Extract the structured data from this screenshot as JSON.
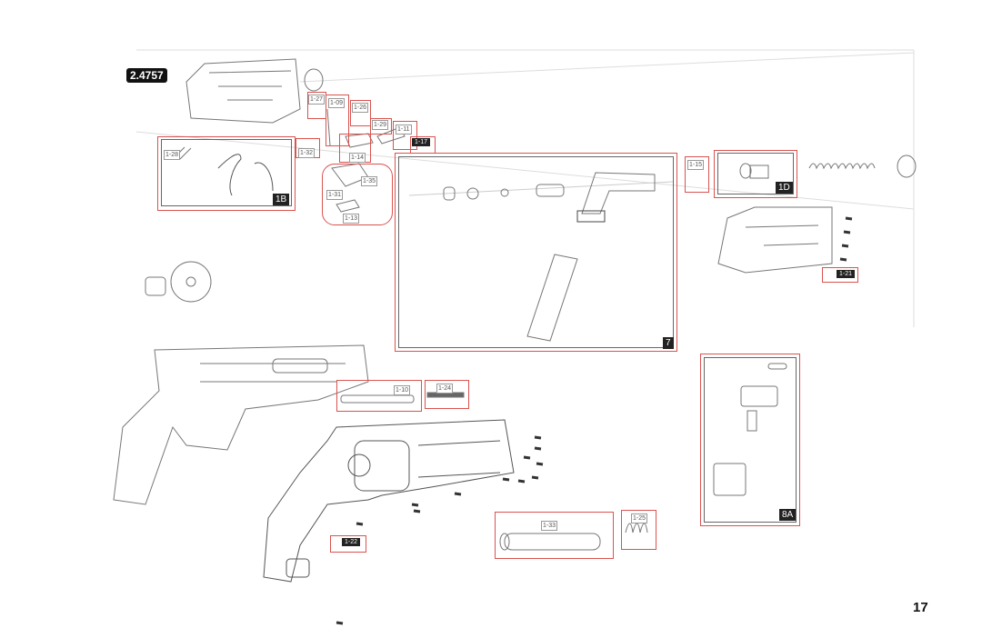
{
  "reference_number": "2.4757",
  "page_number": "17",
  "accent_color": "#d9534f",
  "part_labels": {
    "p1_27": "1-27",
    "p1_09": "1-09",
    "p1_26": "1-26",
    "p1_29": "1-29",
    "p1_11": "1-11",
    "p1_17": "1-17",
    "p1_28": "1-28",
    "p1_32": "1-32",
    "p1_14": "1-14",
    "p1_35": "1-35",
    "p1_31": "1-31",
    "p1_13": "1-13",
    "p1_15": "1-15",
    "p1_21": "1-21",
    "p1_10": "1-10",
    "p1_24": "1-24",
    "p1_22": "1-22",
    "p1_33": "1-33",
    "p1_25": "1-25"
  },
  "group_labels": {
    "g1B": "1B",
    "g7": "7",
    "g1D": "1D",
    "g8A": "8A"
  }
}
